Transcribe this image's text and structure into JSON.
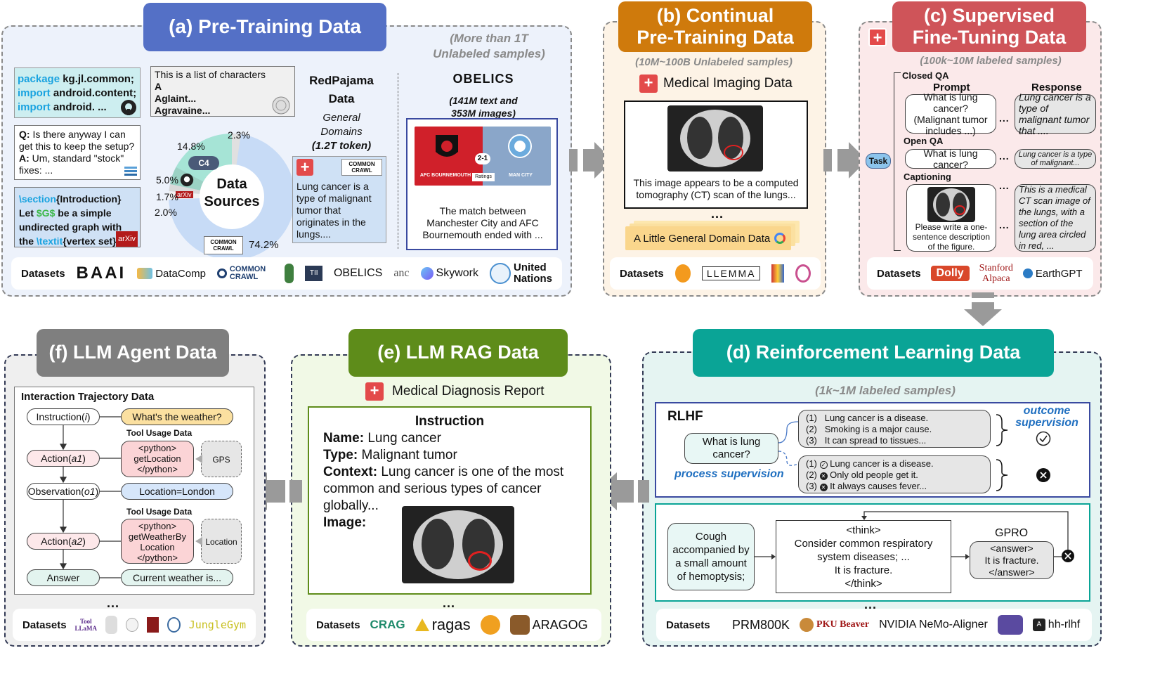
{
  "pretrain": {
    "title": "(a) Pre-Training Data",
    "note_line1": "(More than 1T",
    "note_line2": "Unlabeled samples)",
    "code_lines": [
      {
        "kw": "package",
        "rest": " kg.jl.common;"
      },
      {
        "kw": "import",
        "rest": " android.content;"
      },
      {
        "kw": "import",
        "rest": " android. ..."
      }
    ],
    "wiki_lines": [
      "This is a list of characters",
      "A",
      "Aglaint...",
      "Agravaine..."
    ],
    "qa_q_label": "Q:",
    "qa_q": " Is there anyway I can get this to keep the setup?",
    "qa_a_label": "A:",
    "qa_a": " Um, standard \"stock\" fixes: ...",
    "latex_cmd1": "\\section",
    "latex_t1": "{Introduction} Let ",
    "latex_math": "$G$",
    "latex_t2": " be a simple undirected graph with the ",
    "latex_cmd2": "\\textit",
    "latex_t3": "{vertex set}....",
    "arxiv": "arXiv",
    "pie_center_line1": "Data",
    "pie_center_line2": "Sources",
    "pie_c4": "C4",
    "pie_labels": {
      "p148": "14.8%",
      "p23": "2.3%",
      "p50": "5.0%",
      "p17": "1.7%",
      "p20": "2.0%",
      "p742": "74.2%"
    },
    "redpajama_line1": "RedPajama",
    "redpajama_line2": "Data",
    "general_line1": "General",
    "general_line2": "Domains",
    "general_line3": "(1.2T token)",
    "med_text": "Lung cancer is a type of malignant tumor that originates in the lungs....",
    "common_crawl": "COMMON CRAWL",
    "obelics_title": "OBELICS",
    "obelics_sub1": "(141M text and",
    "obelics_sub2": "353M images)",
    "match_left": "AFC BOURNEMOUTH",
    "match_right": "MAN CITY",
    "match_score": "2-1",
    "match_ratings": "Ratings",
    "match_text": "The match between Manchester City and AFC Bournemouth ended with  ...",
    "datasets_label": "Datasets",
    "logos": [
      "BAAI",
      "DataComp",
      "COMMON CRAWL",
      "OBELICS",
      "anc",
      "Skywork",
      "United",
      "Nations"
    ]
  },
  "continual": {
    "title_line1": "(b) Continual",
    "title_line2": "Pre-Training Data",
    "note": "(10M~100B Unlabeled samples)",
    "med_imaging": "Medical Imaging Data",
    "ct_caption": "This image appears to be a computed tomography (CT) scan of the lungs...",
    "general": "A Little General Domain Data",
    "datasets_label": "Datasets",
    "logos": [
      "LLEMMA"
    ]
  },
  "sft": {
    "title_line1": "(c) Supervised",
    "title_line2": "Fine-Tuning Data",
    "note": "(100k~10M labeled samples)",
    "closed_qa": "Closed QA",
    "prompt_hdr": "Prompt",
    "response_hdr": "Response",
    "closed_prompt": "What is lung cancer? (Malignant tumor includes ...)",
    "closed_resp": "Lung cancer is a type of malignant tumor that ....",
    "task": "Task",
    "open_qa": "Open QA",
    "open_prompt": "What is lung cancer?",
    "open_resp": "Lung cancer is a type of malignant...",
    "captioning": "Captioning",
    "cap_prompt": "Please write a one-sentence description of the figure.",
    "cap_resp": "This is a medical CT scan image of the lungs, with a section of the lung area circled in red, ...",
    "datasets_label": "Datasets",
    "logos": [
      "Dolly",
      "Stanford",
      "Alpaca",
      "EarthGPT"
    ]
  },
  "rl": {
    "title": "(d) Reinforcement Learning Data",
    "note": "(1k~1M labeled samples)",
    "rlhf": "RLHF",
    "question": "What is lung cancer?",
    "outcome_line1": "outcome",
    "outcome_line2": "supervision",
    "process": "process supervision",
    "out_items": [
      {
        "n": "(1)",
        "t": "Lung cancer is a disease."
      },
      {
        "n": "(2)",
        "t": "Smoking is a major cause."
      },
      {
        "n": "(3)",
        "t": "It can spread to tissues..."
      }
    ],
    "proc_items": [
      {
        "n": "(1)",
        "t": "Lung cancer is a disease."
      },
      {
        "n": "(2)",
        "t": "Only old people get it."
      },
      {
        "n": "(3)",
        "t": "It always causes fever..."
      }
    ],
    "symptom": "Cough accompanied by a small amount of hemoptysis;",
    "think_open": "<think>",
    "think_body": "Consider common respiratory system diseases; ...",
    "think_conclusion": "It is fracture.",
    "think_close": "</think>",
    "gpro": "GPRO",
    "ans_open": "<answer>",
    "ans_body": "It is fracture.",
    "ans_close": "</answer>",
    "datasets_label": "Datasets",
    "logos": [
      "PRM800K",
      "PKU Beaver",
      "NVIDIA NeMo-Aligner",
      "hh-rlhf"
    ]
  },
  "rag": {
    "title": "(e) LLM RAG Data",
    "med_report": "Medical Diagnosis Report",
    "instruction": "Instruction",
    "name_label": "Name:",
    "name_val": " Lung cancer",
    "type_label": "Type:",
    "type_val": " Malignant tumor",
    "context_label": "Context:",
    "context_val": " Lung cancer is one of the most common and serious types of cancer globally...",
    "image_label": "Image:",
    "datasets_label": "Datasets",
    "logos": [
      "CRAG",
      "ragas",
      "ARAGOG"
    ]
  },
  "agent": {
    "title": "(f) LLM Agent Data",
    "traj": "Interaction Trajectory Data",
    "instr_pre": "Instruction(",
    "instr_var": "i",
    "weather_q": "What's the weather?",
    "tool_usage": "Tool Usage Data",
    "code1": [
      "<python>",
      "getLocation",
      "</python>"
    ],
    "gps": "GPS",
    "act1_pre": "Action(",
    "act1_var": "a1",
    "obs_pre": "Observation(",
    "obs_var": "o1",
    "location_val": "Location=London",
    "code2": [
      "<python>",
      "getWeatherBy",
      "Location",
      "</python>"
    ],
    "location_tool": "Location",
    "act2_pre": "Action(",
    "act2_var": "a2",
    "answer": "Answer",
    "current": "Current weather is...",
    "datasets_label": "Datasets",
    "logos": [
      "Tool",
      "LLaMA",
      "JungleGym"
    ]
  },
  "ellipsis": "...",
  "colors": {
    "blue": "#5470c6",
    "orange": "#cf7a0c",
    "red": "#cf5459",
    "teal": "#0aa496",
    "green": "#5e8c1a",
    "gray": "#7f7f7f"
  }
}
